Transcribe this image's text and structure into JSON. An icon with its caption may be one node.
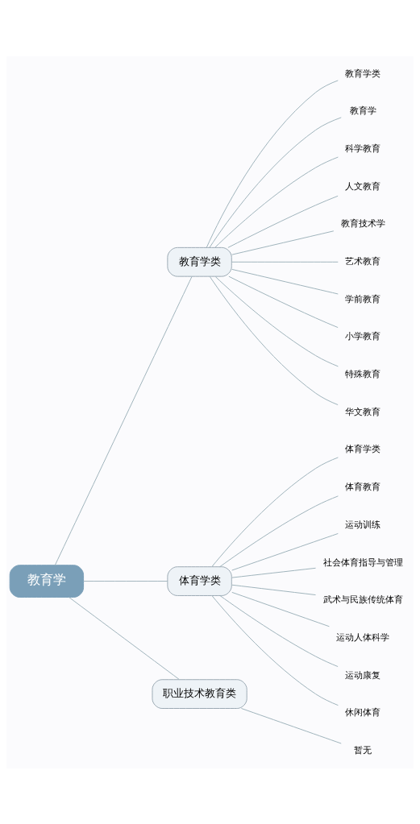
{
  "diagram": {
    "nodes": [
      {
        "text": [
          "教育学"
        ]
      },
      {
        "text": [
          "教育学类"
        ]
      },
      {
        "text": [
          "教育学类"
        ]
      },
      {
        "text": [
          "教育学"
        ]
      },
      {
        "text": [
          "科学教育"
        ]
      },
      {
        "text": [
          "人文教育"
        ]
      },
      {
        "text": [
          "教育技术学"
        ]
      },
      {
        "text": [
          "艺术教育"
        ]
      },
      {
        "text": [
          "学前教育"
        ]
      },
      {
        "text": [
          "小学教育"
        ]
      },
      {
        "text": [
          "特殊教育"
        ]
      },
      {
        "text": [
          "华文教育"
        ]
      },
      {
        "text": [
          "体育学类"
        ]
      },
      {
        "text": [
          "体育学类"
        ]
      },
      {
        "text": [
          "体育教育"
        ]
      },
      {
        "text": [
          "运动训练"
        ]
      },
      {
        "text": [
          "社会体育指导与管理"
        ]
      },
      {
        "text": [
          "武术与民族传统体育"
        ]
      },
      {
        "text": [
          "运动人体科学"
        ]
      },
      {
        "text": [
          "运动康复"
        ]
      },
      {
        "text": [
          "休闲体育"
        ]
      },
      {
        "text": [
          "职业技术教育类"
        ]
      },
      {
        "text": [
          "暂无"
        ]
      }
    ],
    "edges": [
      {
        "from": 0,
        "to": 1,
        "arrow": "none"
      },
      {
        "from": 1,
        "to": 2,
        "arrow": "none"
      },
      {
        "from": 1,
        "to": 3,
        "arrow": "none"
      },
      {
        "from": 1,
        "to": 4,
        "arrow": "none"
      },
      {
        "from": 1,
        "to": 5,
        "arrow": "none"
      },
      {
        "from": 1,
        "to": 6,
        "arrow": "none"
      },
      {
        "from": 1,
        "to": 7,
        "arrow": "none"
      },
      {
        "from": 1,
        "to": 8,
        "arrow": "none"
      },
      {
        "from": 1,
        "to": 9,
        "arrow": "none"
      },
      {
        "from": 1,
        "to": 10,
        "arrow": "none"
      },
      {
        "from": 1,
        "to": 11,
        "arrow": "none"
      },
      {
        "from": 0,
        "to": 12,
        "arrow": "none"
      },
      {
        "from": 12,
        "to": 13,
        "arrow": "none"
      },
      {
        "from": 12,
        "to": 14,
        "arrow": "none"
      },
      {
        "from": 12,
        "to": 15,
        "arrow": "none"
      },
      {
        "from": 12,
        "to": 16,
        "arrow": "none"
      },
      {
        "from": 12,
        "to": 17,
        "arrow": "none"
      },
      {
        "from": 12,
        "to": 18,
        "arrow": "none"
      },
      {
        "from": 12,
        "to": 19,
        "arrow": "none"
      },
      {
        "from": 12,
        "to": 20,
        "arrow": "none"
      },
      {
        "from": 0,
        "to": 21,
        "arrow": "none"
      },
      {
        "from": 21,
        "to": 22,
        "arrow": "none"
      }
    ]
  }
}
